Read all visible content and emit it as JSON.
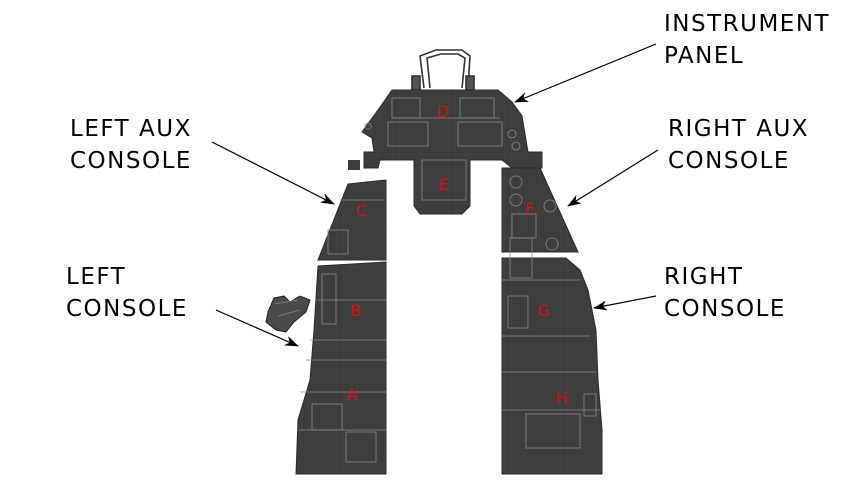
{
  "callouts": {
    "instrument_panel": {
      "line1": "INSTRUMENT",
      "line2": "PANEL"
    },
    "left_aux_console": {
      "line1": "LEFT AUX",
      "line2": "CONSOLE"
    },
    "right_aux_console": {
      "line1": "RIGHT AUX",
      "line2": "CONSOLE"
    },
    "left_console": {
      "line1": "LEFT",
      "line2": "CONSOLE"
    },
    "right_console": {
      "line1": "RIGHT",
      "line2": "CONSOLE"
    }
  },
  "panels": {
    "a": "A",
    "b": "B",
    "c": "C",
    "d": "D",
    "e": "E",
    "f": "F",
    "g": "G",
    "h": "H"
  },
  "colors": {
    "panel_fill": "#3d3d3d",
    "panel_line": "#8a8a8a",
    "panel_letter": "#e01010",
    "text": "#000000"
  }
}
